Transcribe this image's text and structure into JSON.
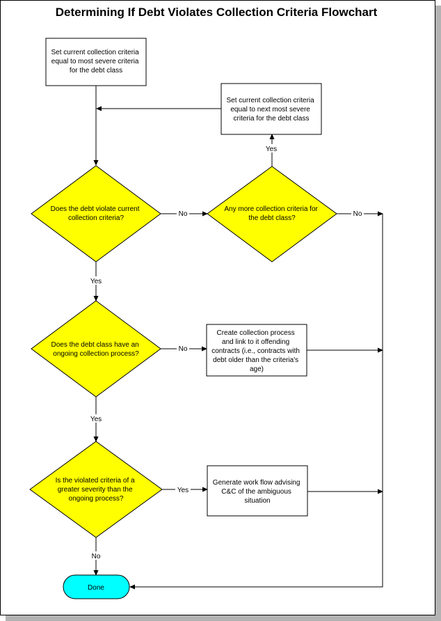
{
  "title": "Determining If Debt Violates Collection Criteria Flowchart",
  "colors": {
    "decision_fill": "#ffff00",
    "terminal_fill": "#00ffff",
    "page_shadow": "#b3b3b3"
  },
  "nodes": {
    "set_most_severe": [
      "Set current collection criteria",
      "equal to most severe criteria",
      "for the debt class"
    ],
    "set_next_severe": [
      "Set current collection criteria",
      "equal to next most severe",
      "criteria for the debt class"
    ],
    "violates_criteria": [
      "Does the debt violate current",
      "collection criteria?"
    ],
    "more_criteria": [
      "Any more collection criteria for",
      "the debt class?"
    ],
    "ongoing_process": [
      "Does the debt class have an",
      "ongoing collection process?"
    ],
    "create_process": [
      "Create collection process",
      "and link to it offending",
      "contracts (i.e., contracts with",
      "debt older than the criteria's",
      "age)"
    ],
    "greater_severity": [
      "Is the violated criteria of a",
      "greater severity than the",
      "ongoing process?"
    ],
    "generate_workflow": [
      "Generate work flow advising",
      "C&C of the ambiguous",
      "situation"
    ],
    "done": "Done"
  },
  "edge_labels": {
    "violates_no": "No",
    "more_yes": "Yes",
    "more_no": "No",
    "violates_yes": "Yes",
    "ongoing_no": "No",
    "ongoing_yes": "Yes",
    "severity_yes": "Yes",
    "severity_no": "No"
  }
}
